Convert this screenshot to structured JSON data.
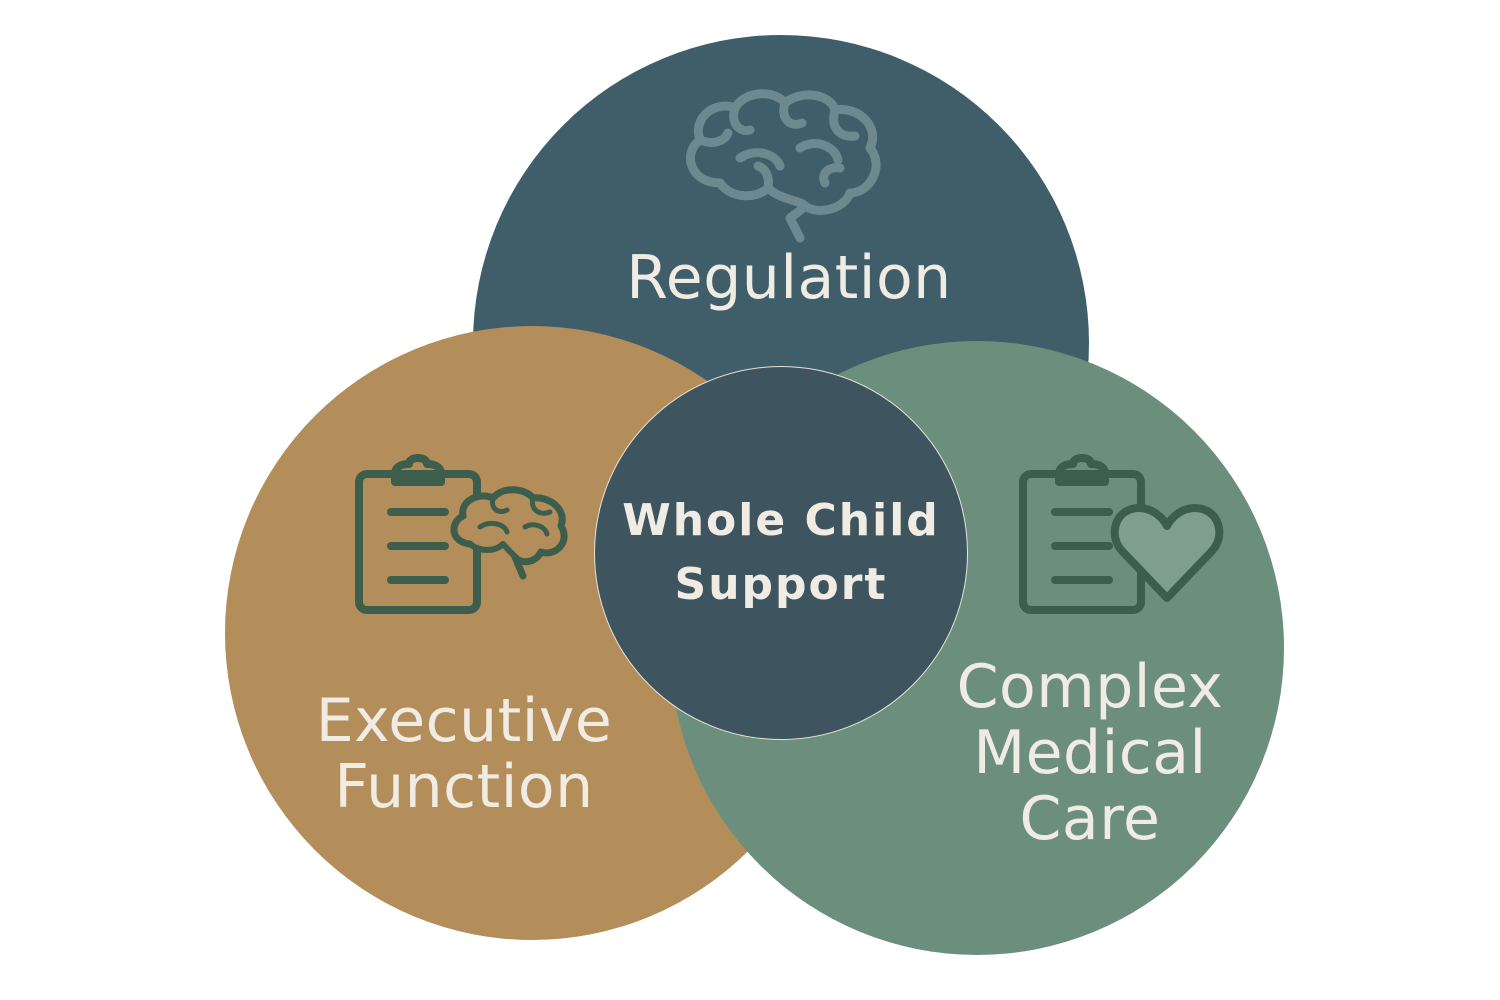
{
  "diagram": {
    "center": {
      "label_line1": "Whole Child",
      "label_line2": "Support"
    },
    "circles": [
      {
        "label": "Regulation",
        "icon": "brain-icon",
        "color": "#3f5e6a"
      },
      {
        "label_line1": "Executive",
        "label_line2": "Function",
        "icon": "clipboard-brain-icon",
        "color": "#b38d5a"
      },
      {
        "label_line1": "Complex",
        "label_line2": "Medical",
        "label_line3": "Care",
        "icon": "clipboard-heart-icon",
        "color": "#6b8f7c"
      }
    ]
  }
}
